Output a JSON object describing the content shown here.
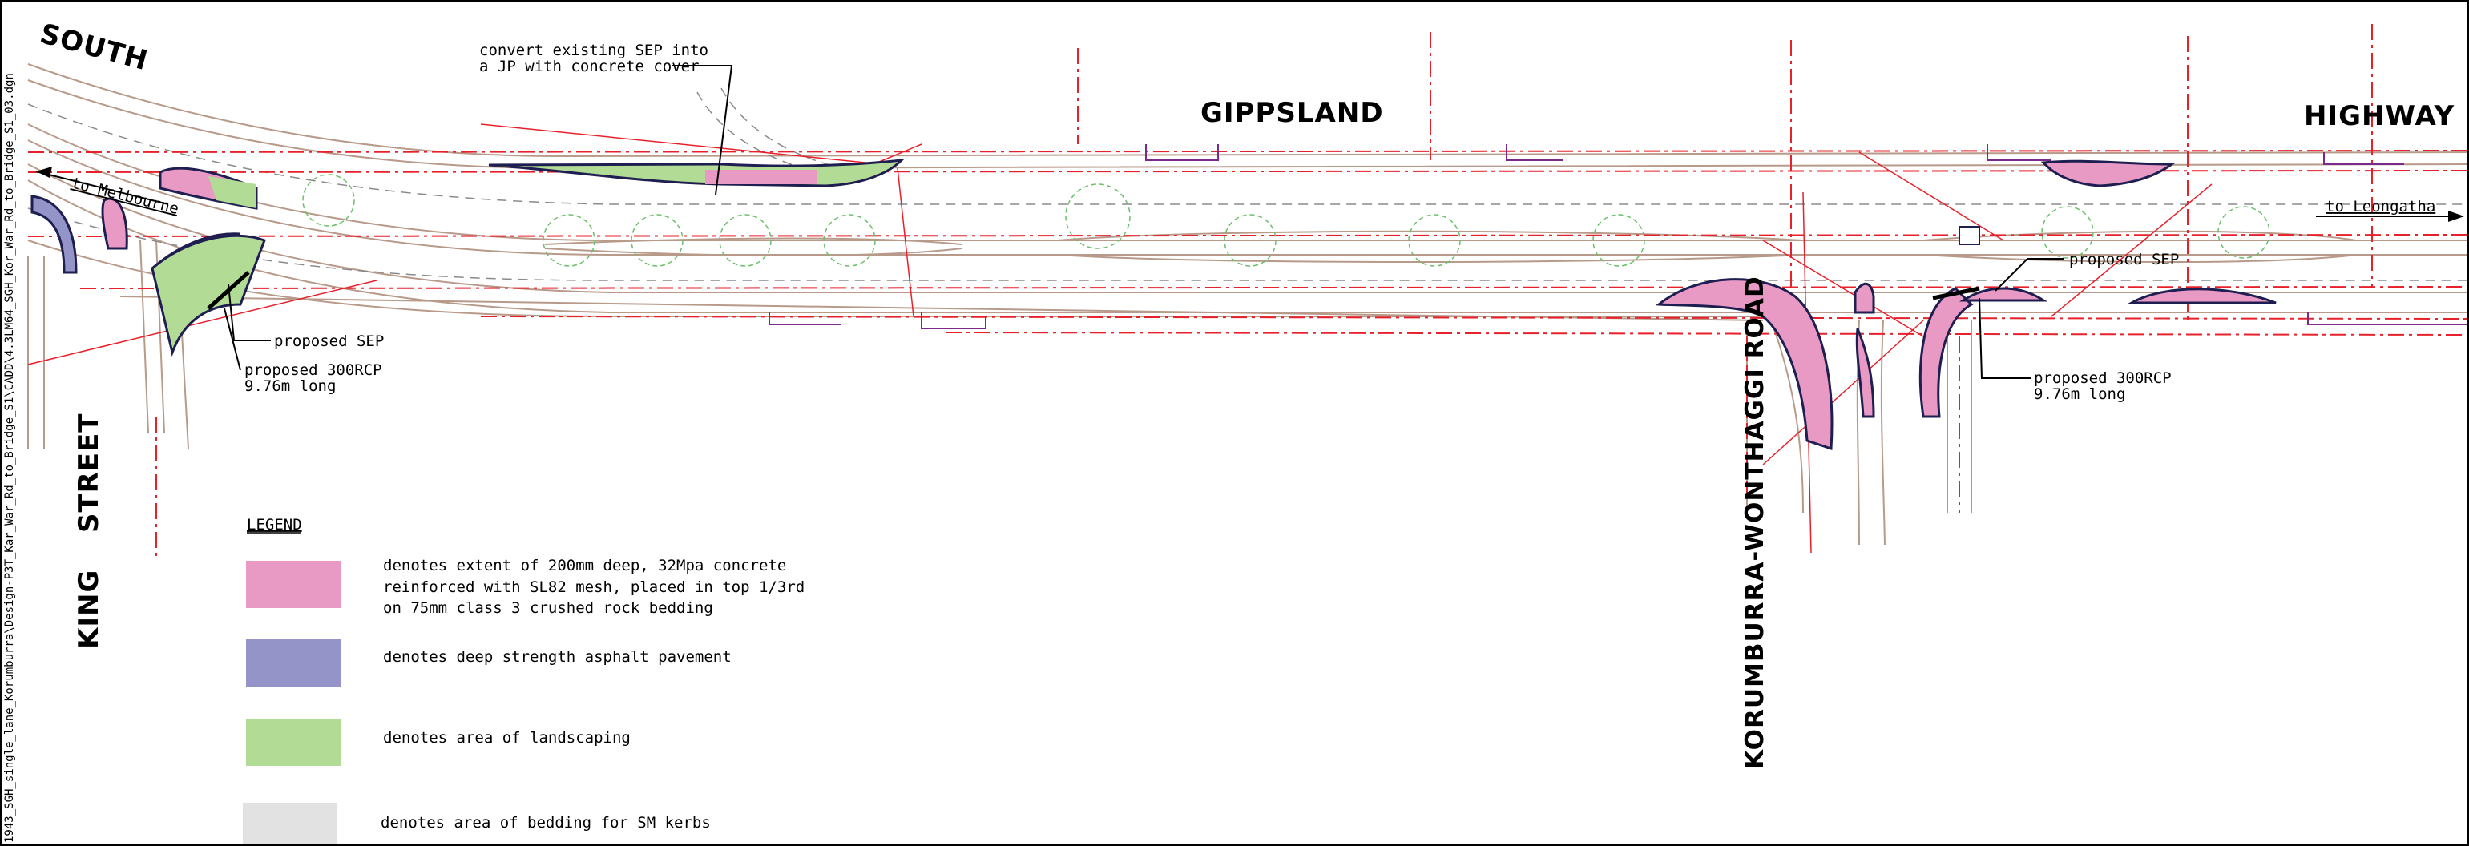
{
  "colors": {
    "concrete": "#e899c4",
    "asphalt": "#9494c8",
    "landscaping": "#b2dc96",
    "bedding": "#e2e2e2",
    "roadLine": "#b89a8a",
    "setout": "#e8202a",
    "kerb": "#1e1e50"
  },
  "road_labels": {
    "south": "SOUTH",
    "gippsland": "GIPPSLAND",
    "highway": "HIGHWAY",
    "street": "STREET",
    "king": "KING",
    "korumburra_wonthaggi": "KORUMBURRA-WONTHAGGI ROAD"
  },
  "directions": {
    "to_melbourne": "to Melbourne",
    "to_leongatha": "to Leongatha"
  },
  "annotations": {
    "convert_line1": "convert existing SEP into",
    "convert_line2": "a JP with concrete cover",
    "proposed_sep_left": "proposed SEP",
    "proposed_rcp_left_line1": "proposed 300RCP",
    "proposed_rcp_left_line2": "9.76m long",
    "proposed_sep_right": "proposed SEP",
    "proposed_rcp_right_line1": "proposed 300RCP",
    "proposed_rcp_right_line2": "9.76m long"
  },
  "legend": {
    "title": "LEGEND",
    "items": [
      {
        "swatch": "concrete",
        "lines": [
          "denotes extent of 200mm deep, 32Mpa concrete",
          "reinforced with SL82 mesh, placed in top 1/3rd",
          "on 75mm class 3 crushed rock bedding"
        ]
      },
      {
        "swatch": "asphalt",
        "lines": [
          "denotes deep strength asphalt pavement"
        ]
      },
      {
        "swatch": "landscaping",
        "lines": [
          "denotes area of landscaping"
        ]
      },
      {
        "swatch": "bedding",
        "lines": [
          "denotes area of bedding for SM kerbs"
        ]
      }
    ]
  },
  "file_path": "1943_SGH_single_lane_Korumburra\\Design-P3T_Kar_War_Rd_to_Bridge_S1\\CADD\\4.3LM64_SGH_Kor_War_Rd_to_Bridge_S1_03.dgn"
}
